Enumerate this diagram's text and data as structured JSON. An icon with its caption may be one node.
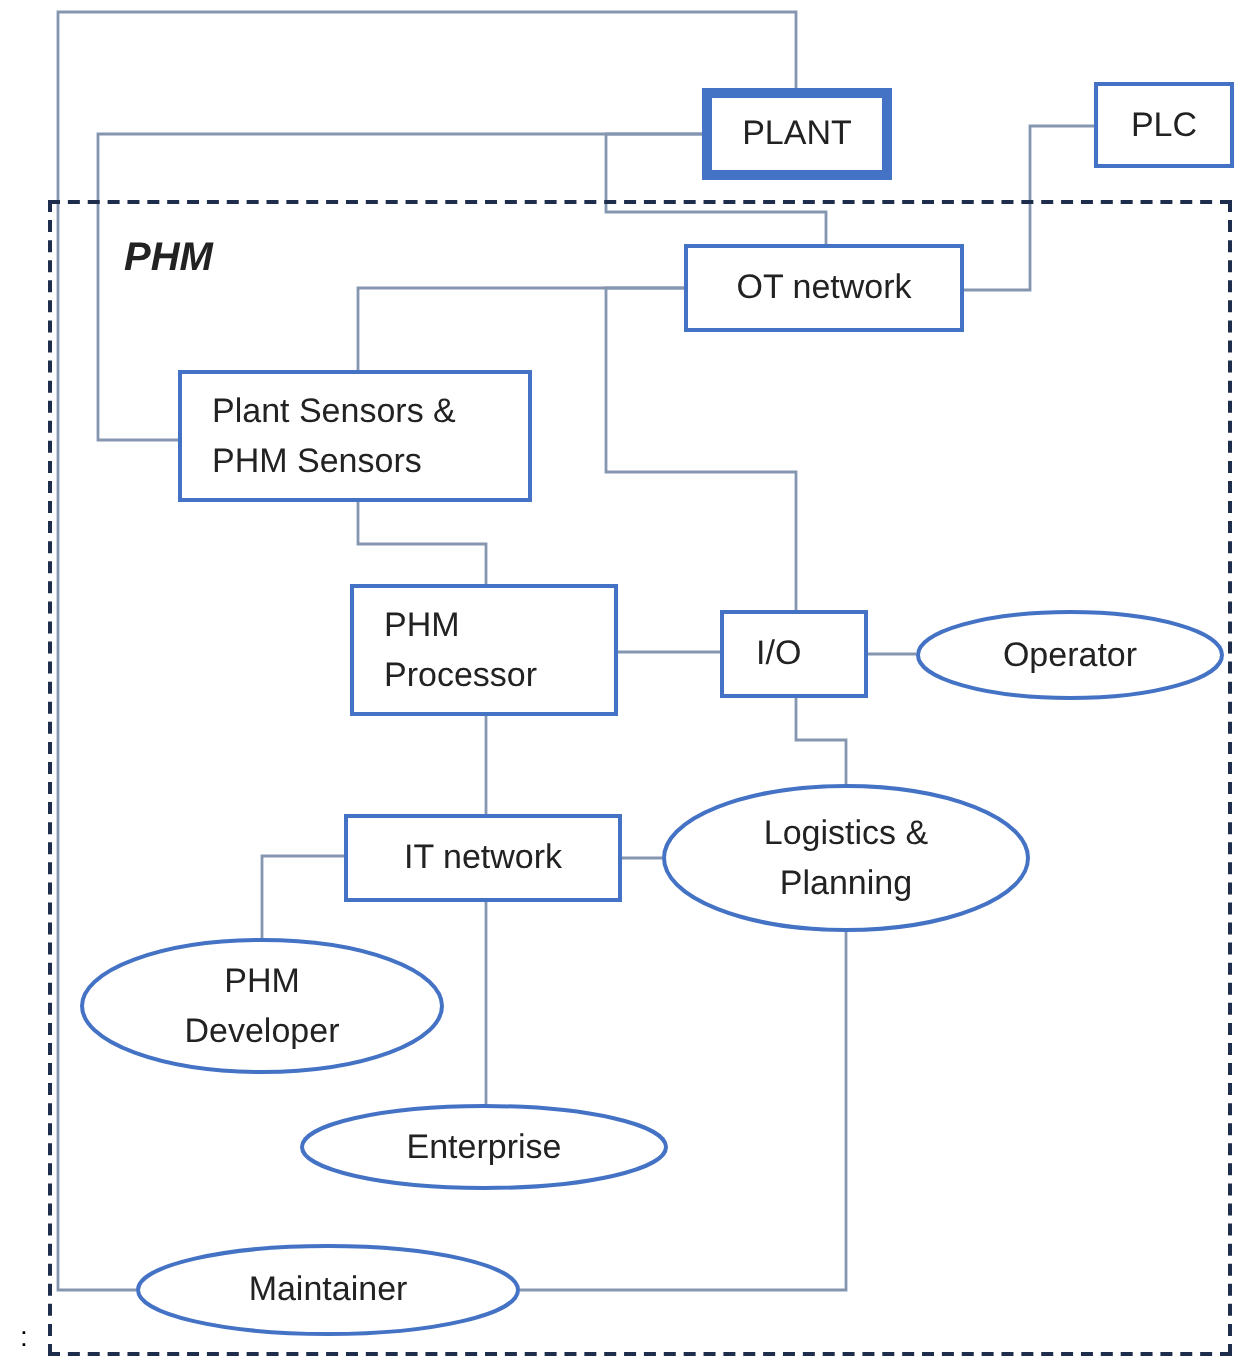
{
  "diagram": {
    "nodes": [
      {
        "text": [
          "PHM"
        ]
      },
      {
        "text": [
          "PLANT"
        ]
      },
      {
        "text": [
          "PLC"
        ]
      },
      {
        "text": [
          "OT network"
        ],
        "in": 0
      },
      {
        "text": [
          "Plant Sensors & PHM Sensors"
        ],
        "in": 0
      },
      {
        "text": [
          "PHM Processor"
        ],
        "in": 0
      },
      {
        "text": [
          "I/O"
        ],
        "in": 0
      },
      {
        "text": [
          "Operator"
        ],
        "in": 0
      },
      {
        "text": [
          "Logistics & Planning"
        ],
        "in": 0
      },
      {
        "text": [
          "IT network"
        ],
        "in": 0
      },
      {
        "text": [
          "PHM Developer"
        ],
        "in": 0
      },
      {
        "text": [
          "Enterprise"
        ],
        "in": 0
      },
      {
        "text": [
          "Maintainer"
        ],
        "in": 0
      }
    ],
    "edges": [
      {
        "from": 1,
        "to": 12,
        "arrow": "none"
      },
      {
        "from": 1,
        "to": 4,
        "arrow": "none"
      },
      {
        "from": 1,
        "to": 3,
        "arrow": "none"
      },
      {
        "from": 2,
        "to": 3,
        "arrow": "none"
      },
      {
        "from": 3,
        "to": 4,
        "arrow": "none"
      },
      {
        "from": 3,
        "to": 6,
        "arrow": "none"
      },
      {
        "from": 4,
        "to": 5,
        "arrow": "none"
      },
      {
        "from": 5,
        "to": 6,
        "arrow": "none"
      },
      {
        "from": 6,
        "to": 7,
        "arrow": "none"
      },
      {
        "from": 6,
        "to": 8,
        "arrow": "none"
      },
      {
        "from": 5,
        "to": 9,
        "arrow": "none"
      },
      {
        "from": 9,
        "to": 8,
        "arrow": "none"
      },
      {
        "from": 9,
        "to": 10,
        "arrow": "none"
      },
      {
        "from": 9,
        "to": 11,
        "arrow": "none"
      },
      {
        "from": 8,
        "to": 12,
        "arrow": "none"
      }
    ],
    "labels": [
      ":"
    ]
  }
}
